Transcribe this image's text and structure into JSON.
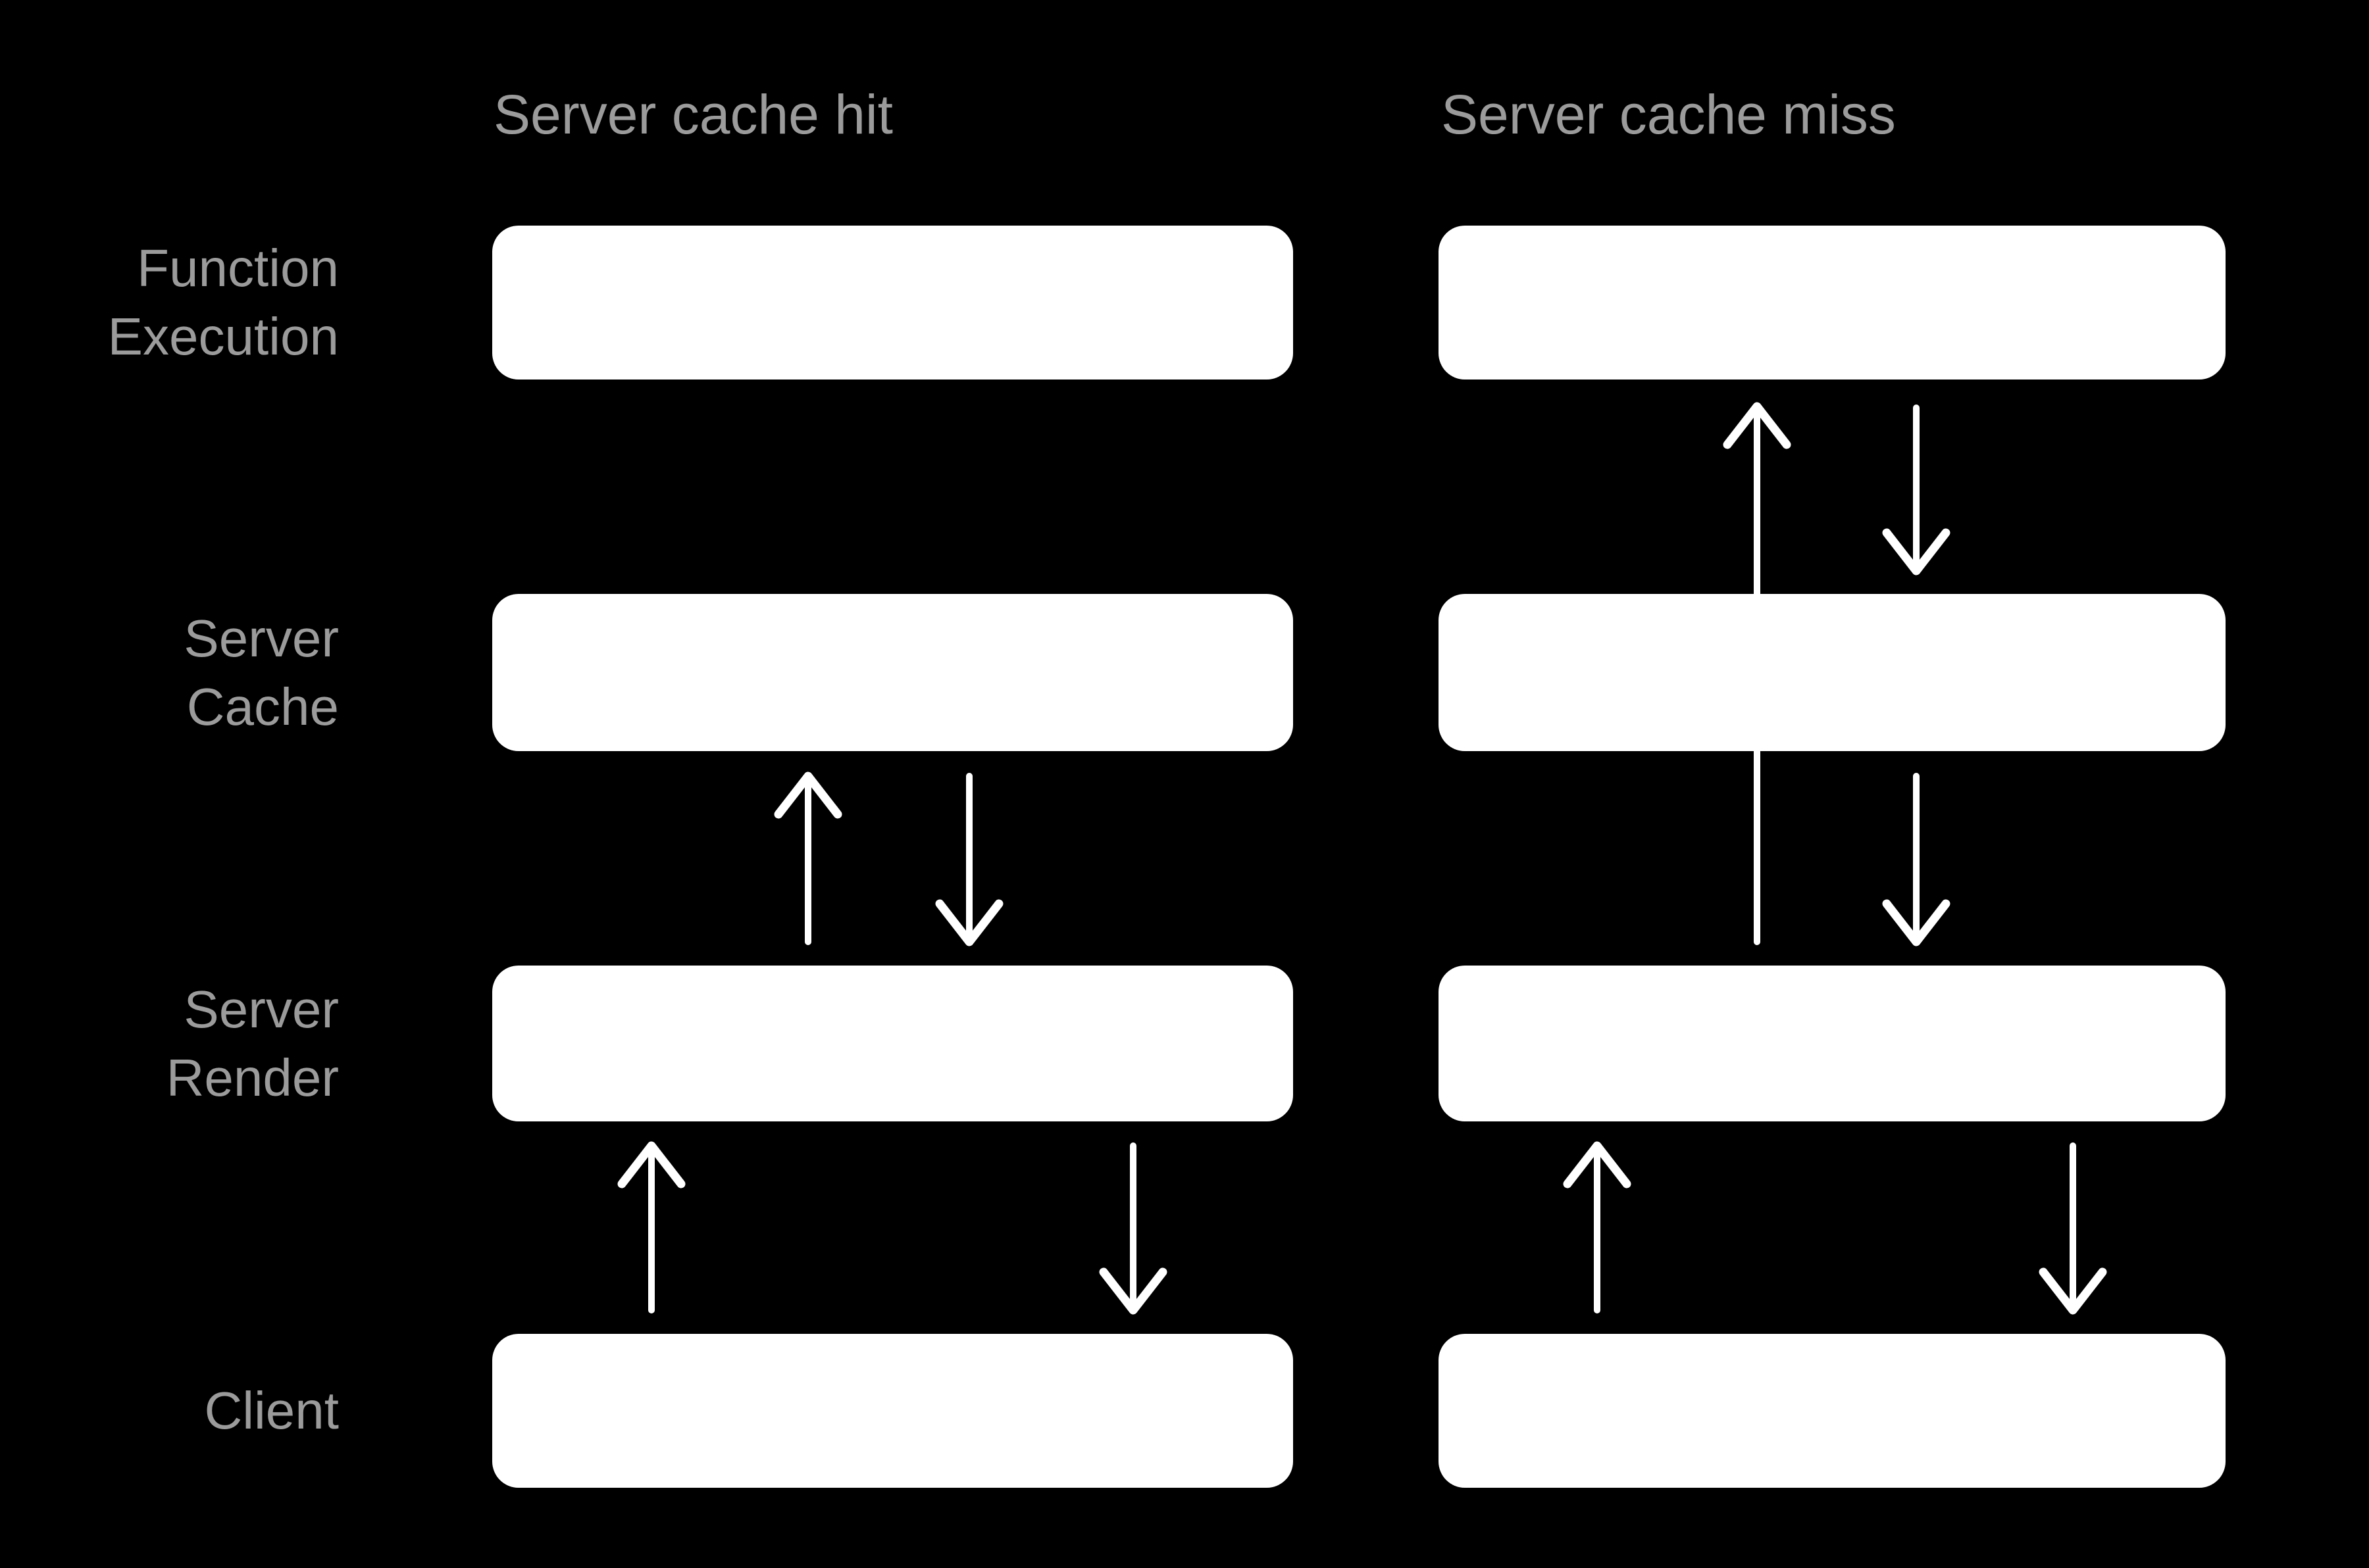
{
  "headers": [
    {
      "label": "Server cache hit"
    },
    {
      "label": "Server cache miss"
    }
  ],
  "row_labels": [
    {
      "lines": [
        "Function",
        "Execution"
      ]
    },
    {
      "lines": [
        "Server",
        "Cache"
      ]
    },
    {
      "lines": [
        "Server",
        "Render"
      ]
    },
    {
      "lines": [
        "Client"
      ]
    }
  ],
  "colors": {
    "background": "#000000",
    "box_fill": "#ffffff",
    "arrow": "#ffffff",
    "label_text": "#9b9b9b"
  },
  "flows": {
    "server_cache_hit": [
      {
        "from": "Client",
        "to": "Server Render",
        "direction": "up"
      },
      {
        "from": "Server Render",
        "to": "Server Cache",
        "direction": "up"
      },
      {
        "from": "Server Cache",
        "to": "Server Render",
        "direction": "down"
      },
      {
        "from": "Server Render",
        "to": "Client",
        "direction": "down"
      }
    ],
    "server_cache_miss": [
      {
        "from": "Client",
        "to": "Server Render",
        "direction": "up"
      },
      {
        "from": "Server Render",
        "to": "Function Execution",
        "direction": "up"
      },
      {
        "from": "Function Execution",
        "to": "Server Cache",
        "direction": "down"
      },
      {
        "from": "Server Cache",
        "to": "Server Render",
        "direction": "down"
      },
      {
        "from": "Server Render",
        "to": "Client",
        "direction": "down"
      }
    ]
  }
}
